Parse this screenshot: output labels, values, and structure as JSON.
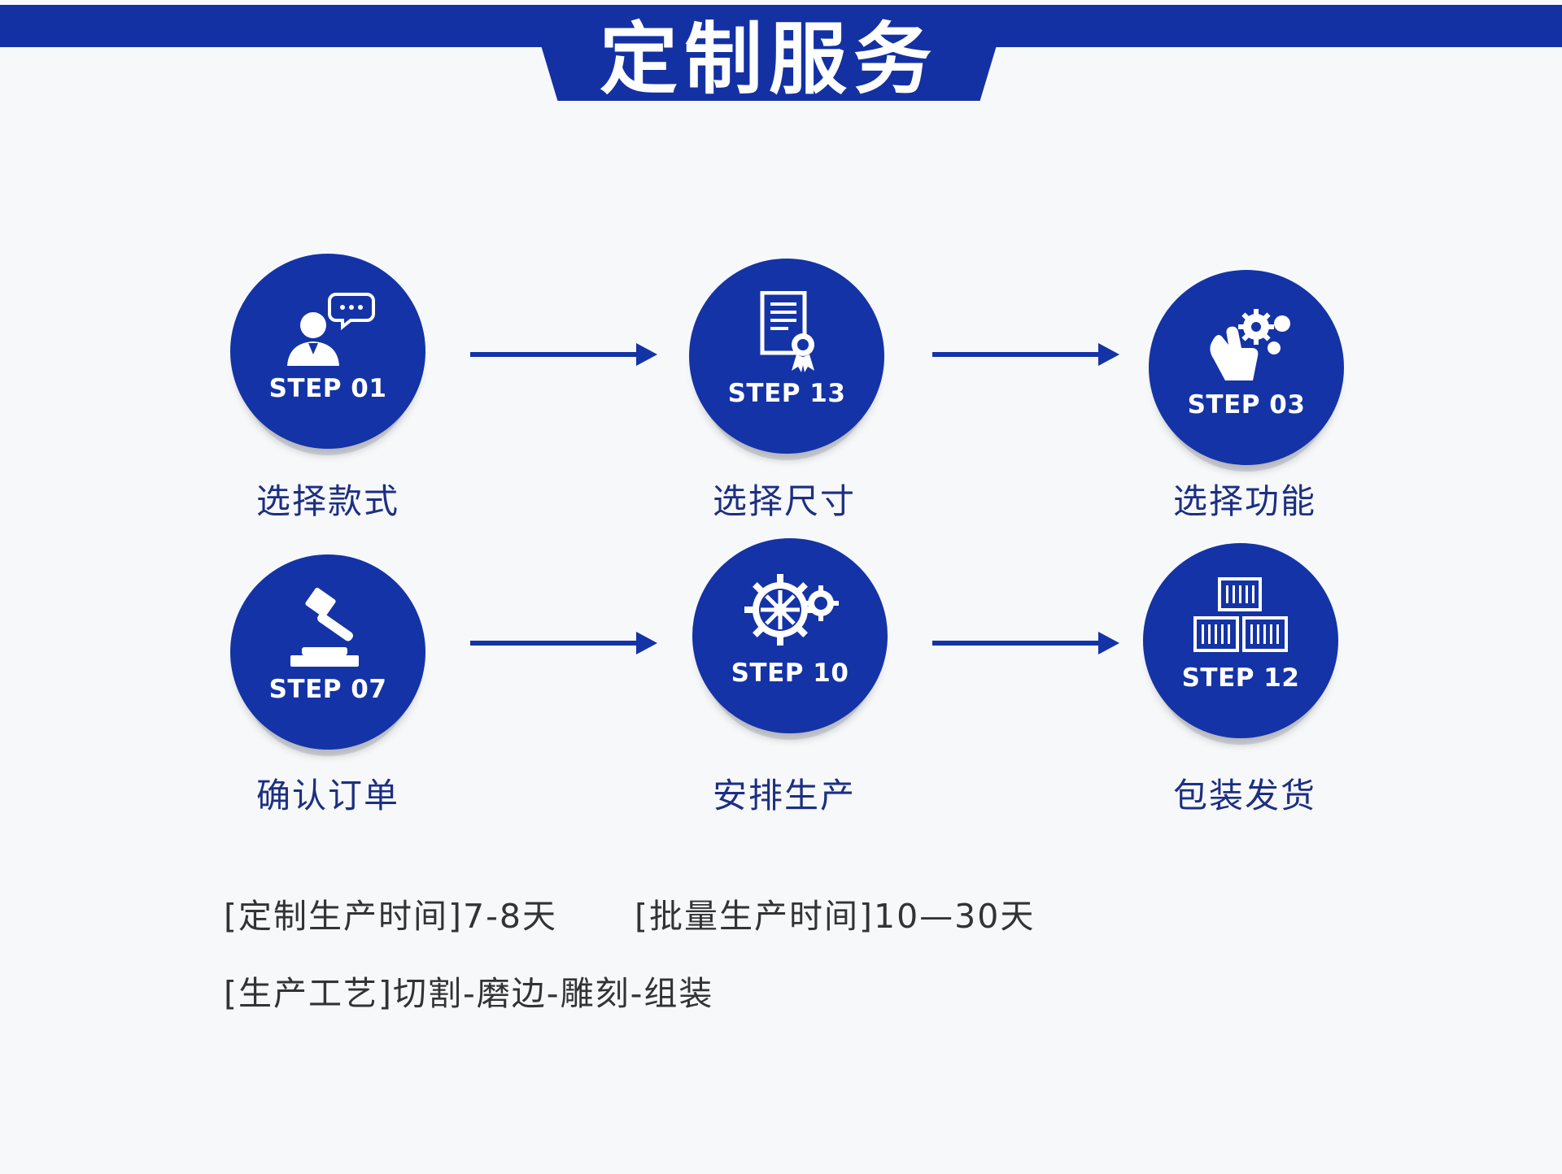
{
  "header": {
    "title": "定制服务"
  },
  "colors": {
    "primary": "#1433a6",
    "text_blue": "#1c2f82",
    "text_dark": "#333333"
  },
  "steps": [
    {
      "label": "STEP 01",
      "name": "选择款式",
      "icon": "consultant-chat-icon"
    },
    {
      "label": "STEP 13",
      "name": "选择尺寸",
      "icon": "certificate-icon"
    },
    {
      "label": "STEP 03",
      "name": "选择功能",
      "icon": "hand-gear-icon"
    },
    {
      "label": "STEP 07",
      "name": "确认订单",
      "icon": "gavel-icon"
    },
    {
      "label": "STEP 10",
      "name": "安排生产",
      "icon": "gears-icon"
    },
    {
      "label": "STEP 12",
      "name": "包装发货",
      "icon": "cargo-boxes-icon"
    }
  ],
  "info": {
    "custom_time": "[定制生产时间]7-8天",
    "batch_time": "[批量生产时间]10—30天",
    "process": "[生产工艺]切割-磨边-雕刻-组装"
  }
}
